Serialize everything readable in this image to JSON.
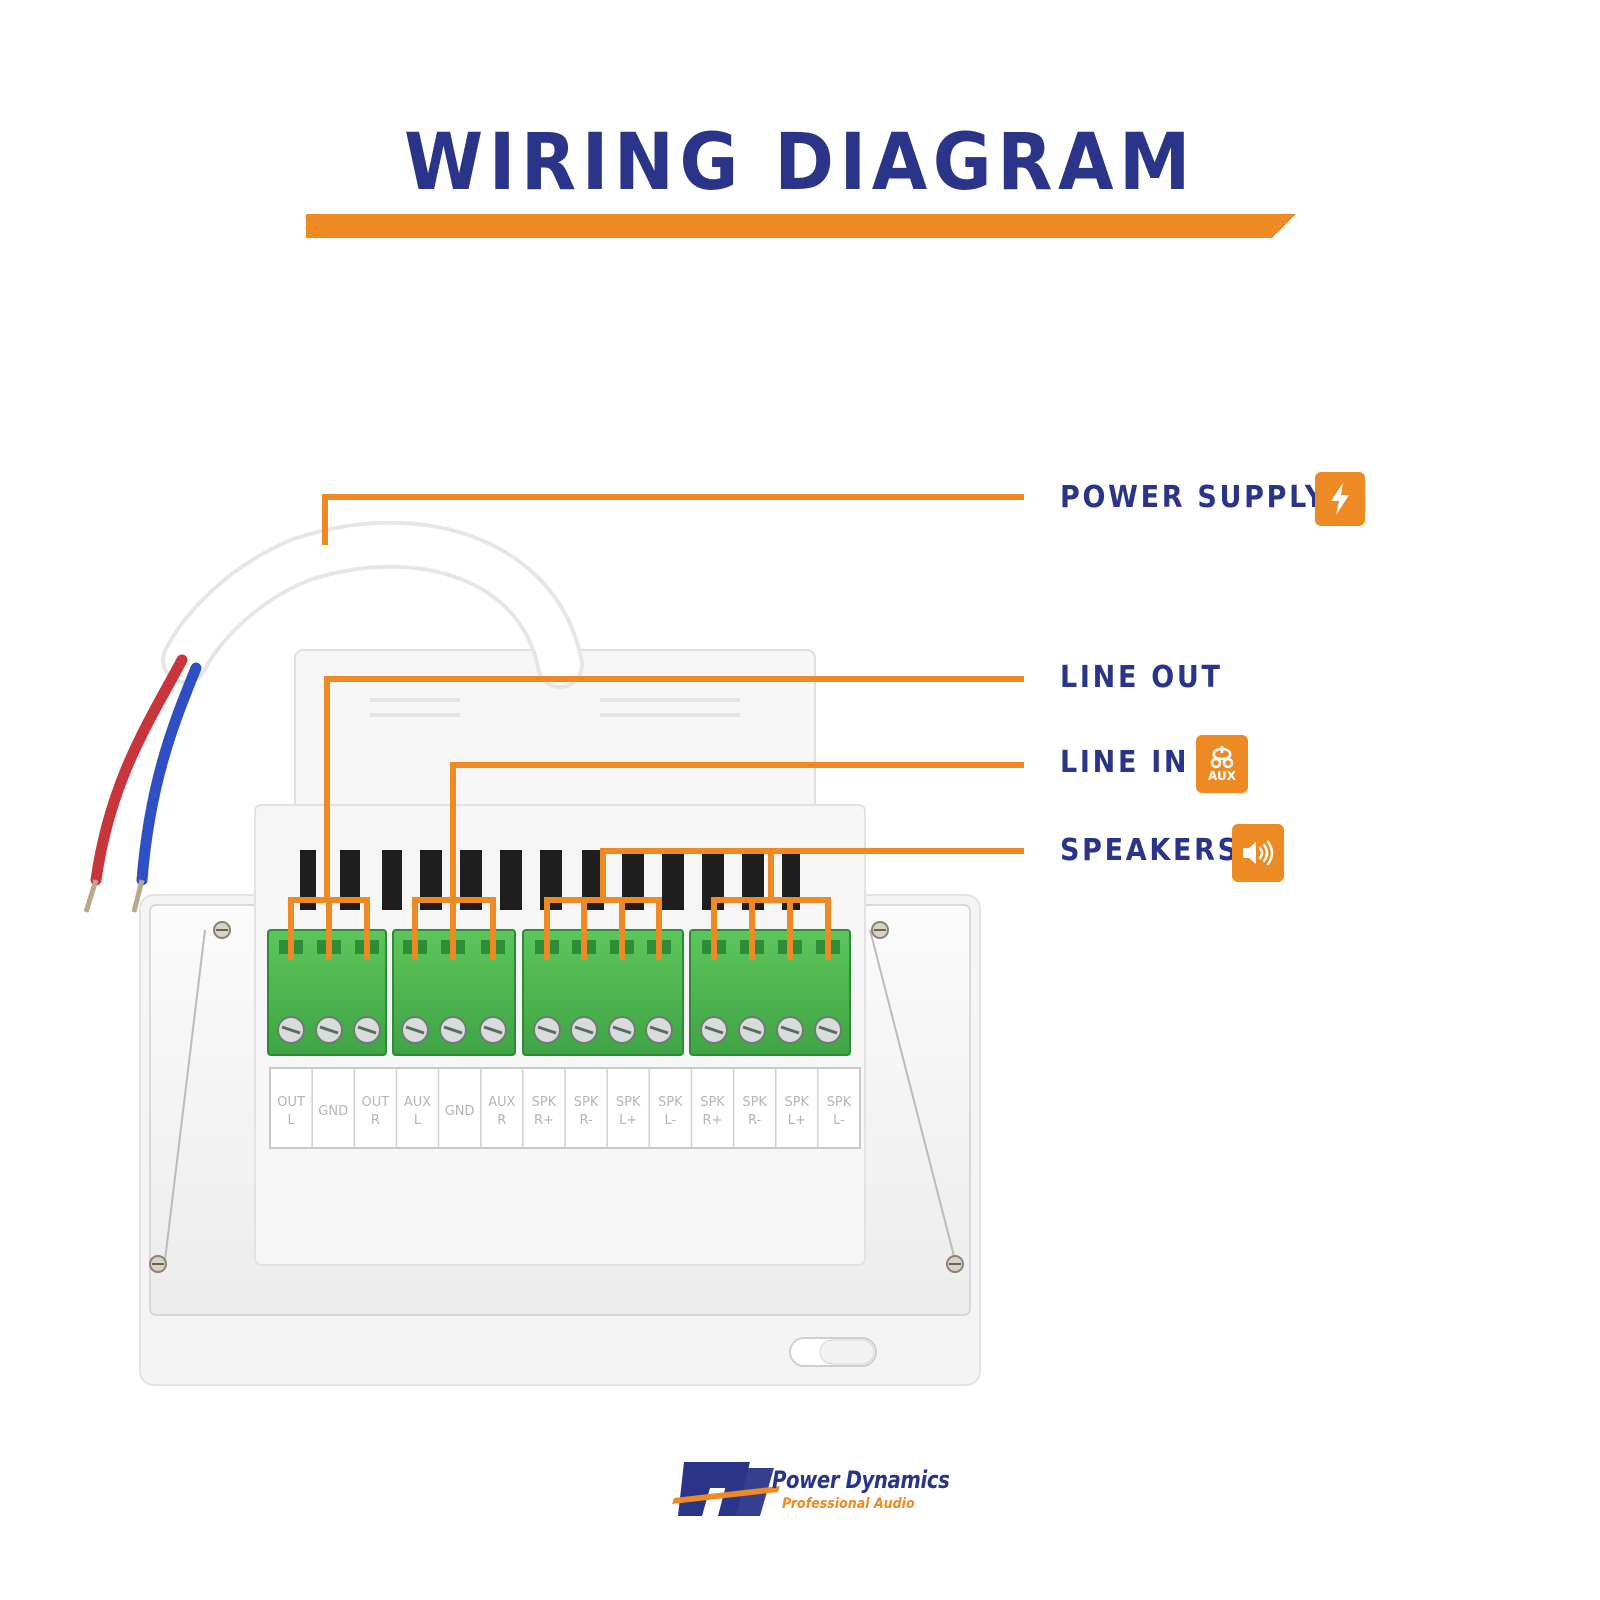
{
  "title": "WIRING DIAGRAM",
  "callouts": {
    "power_supply": "POWER SUPPLY",
    "line_out": "LINE OUT",
    "line_in": "LINE IN",
    "speakers": "SPEAKERS"
  },
  "icons": {
    "power": "lightning-bolt-icon",
    "line_in": "aux-cable-icon",
    "speakers": "speaker-volume-icon"
  },
  "aux_badge_text": "AUX",
  "terminal_labels": [
    {
      "top": "OUT",
      "bottom": "L"
    },
    {
      "top": "GND",
      "bottom": ""
    },
    {
      "top": "OUT",
      "bottom": "R"
    },
    {
      "top": "AUX",
      "bottom": "L"
    },
    {
      "top": "GND",
      "bottom": ""
    },
    {
      "top": "AUX",
      "bottom": "R"
    },
    {
      "top": "SPK",
      "bottom": "R+"
    },
    {
      "top": "SPK",
      "bottom": "R-"
    },
    {
      "top": "SPK",
      "bottom": "L+"
    },
    {
      "top": "SPK",
      "bottom": "L-"
    },
    {
      "top": "SPK",
      "bottom": "R+"
    },
    {
      "top": "SPK",
      "bottom": "R-"
    },
    {
      "top": "SPK",
      "bottom": "L+"
    },
    {
      "top": "SPK",
      "bottom": "L-"
    }
  ],
  "brand": {
    "name": "Power Dynamics",
    "tagline": "Professional Audio",
    "monogram": "PD"
  },
  "colors": {
    "accent_orange": "#ee8a23",
    "brand_navy": "#2a3589",
    "terminal_green": "#4cb84f",
    "wire_red": "#c8363c",
    "wire_blue": "#2f4fc4"
  }
}
